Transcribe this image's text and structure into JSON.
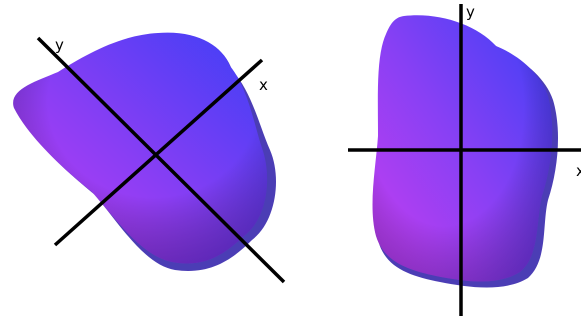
{
  "figure": {
    "left_panel": {
      "axis_x_label": "x",
      "axis_y_label": "y"
    },
    "right_panel": {
      "axis_x_label": "x",
      "axis_y_label": "y"
    }
  },
  "colors": {
    "blob_blue": "#3f3ff8",
    "blob_violet": "#8a3cf4",
    "blob_magenta": "#c33ef2",
    "shadow": "#2a1aa6",
    "axis": "#000000",
    "background": "#ffffff"
  }
}
